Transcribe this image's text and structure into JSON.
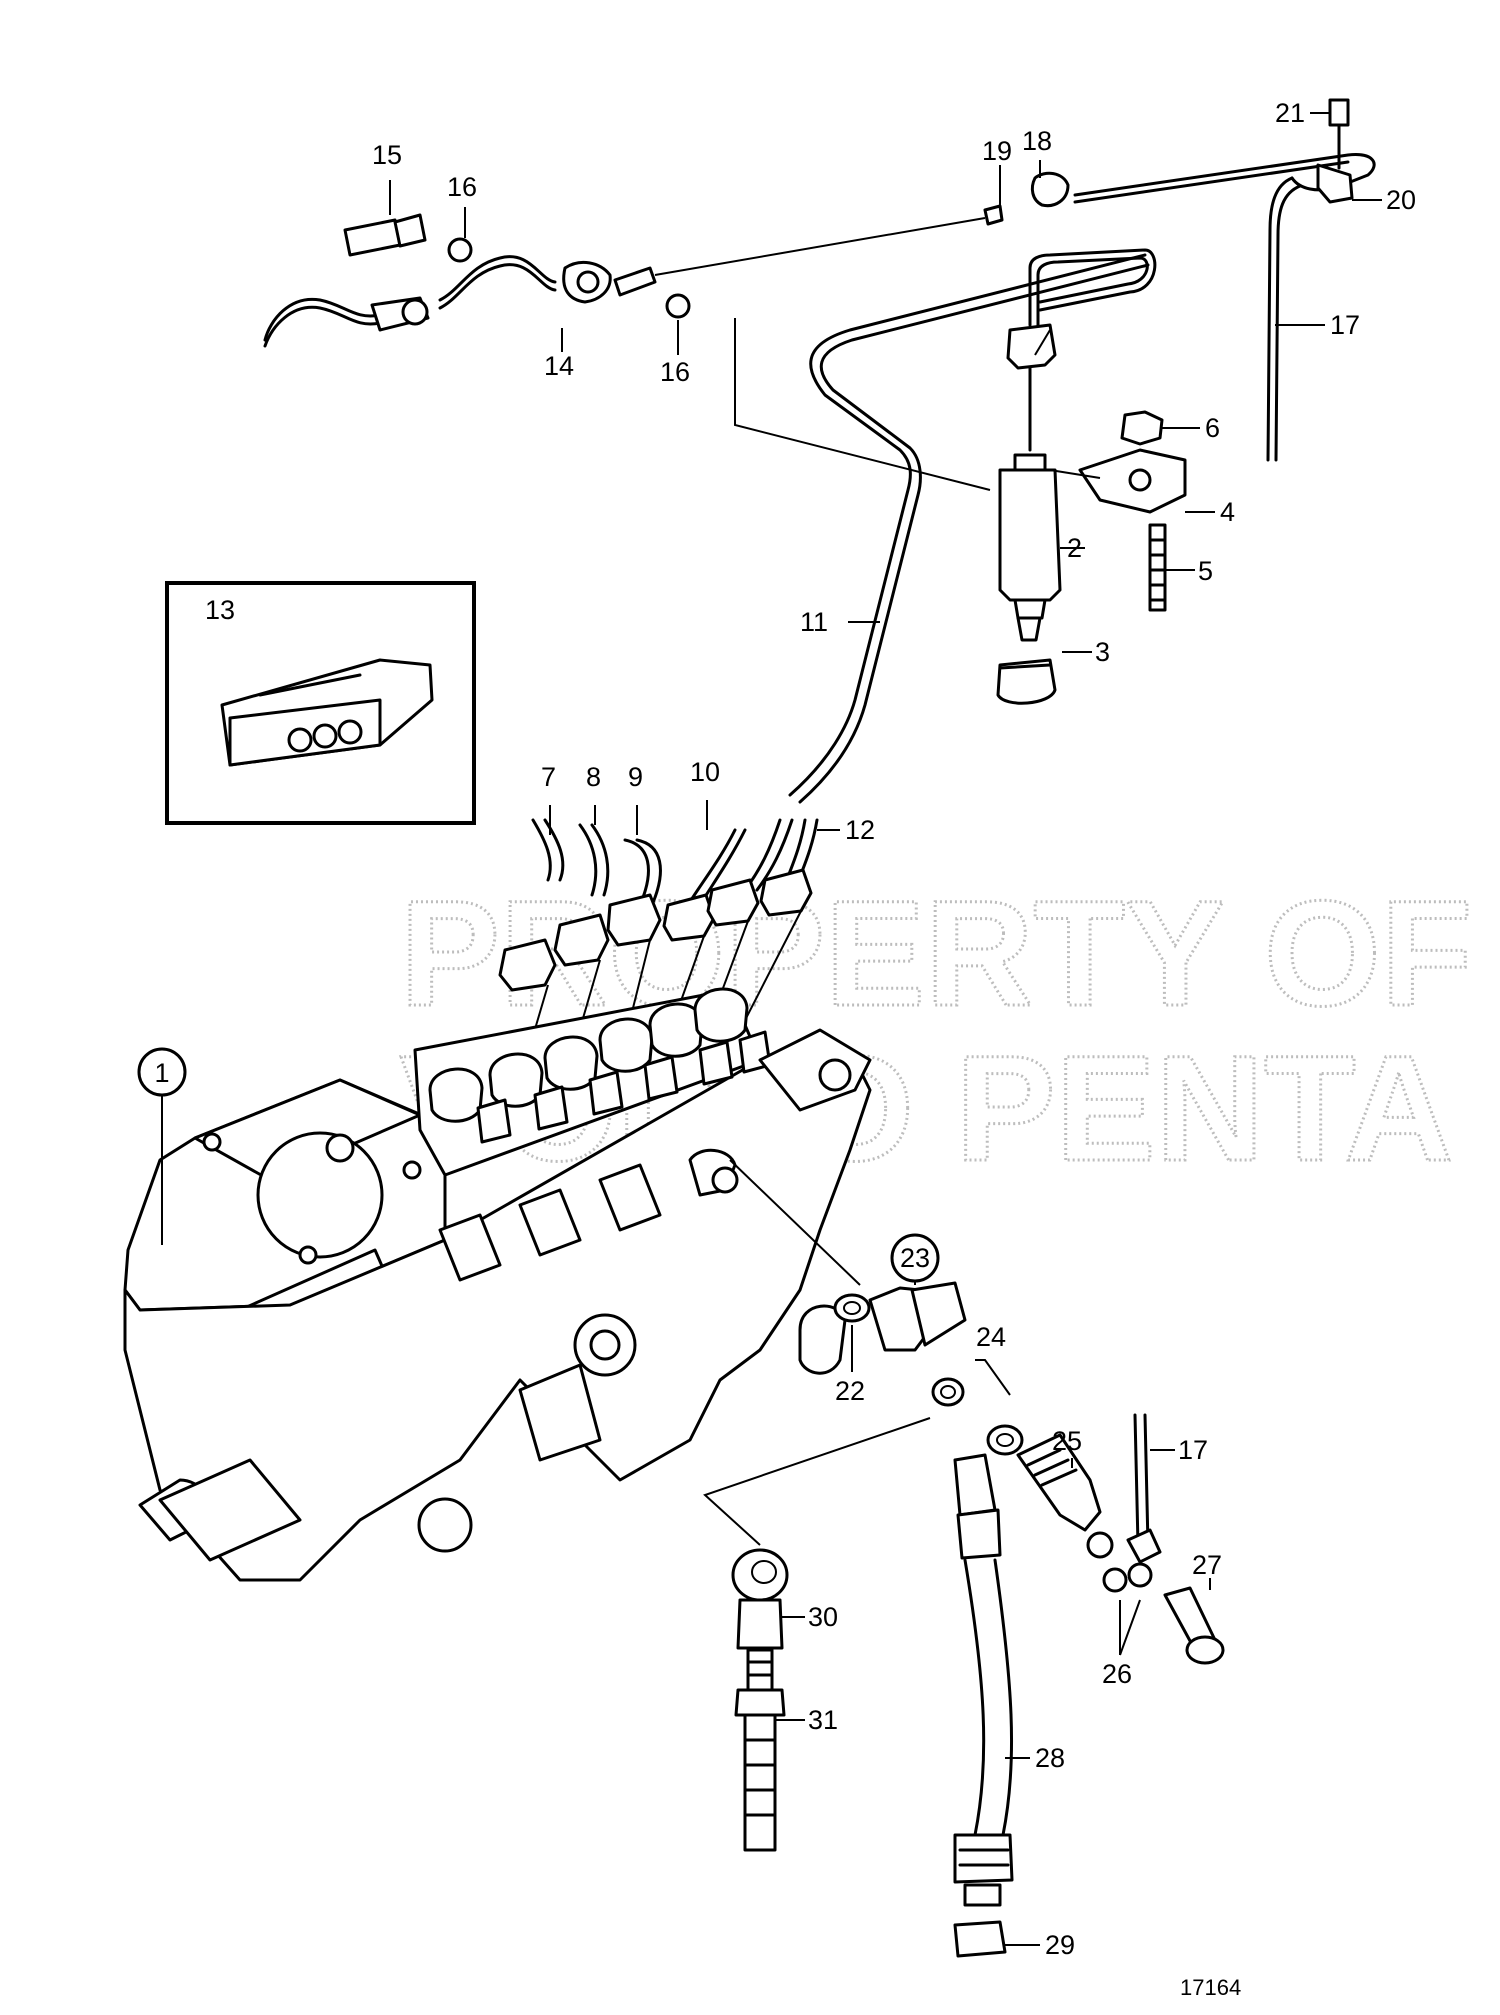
{
  "diagram_id": "17164",
  "watermark": [
    "PROPERTY OF",
    "VOLVO PENTA"
  ],
  "callouts": {
    "c1": "1",
    "c2": "2",
    "c3": "3",
    "c4": "4",
    "c5": "5",
    "c6": "6",
    "c7": "7",
    "c8": "8",
    "c9": "9",
    "c10": "10",
    "c11": "11",
    "c12": "12",
    "c13": "13",
    "c14": "14",
    "c15": "15",
    "c16a": "16",
    "c16b": "16",
    "c17a": "17",
    "c17b": "17",
    "c18": "18",
    "c19": "19",
    "c20": "20",
    "c21": "21",
    "c22": "22",
    "c23": "23",
    "c24": "24",
    "c25": "25",
    "c26": "26",
    "c27": "27",
    "c28": "28",
    "c29": "29",
    "c30": "30",
    "c31": "31"
  }
}
